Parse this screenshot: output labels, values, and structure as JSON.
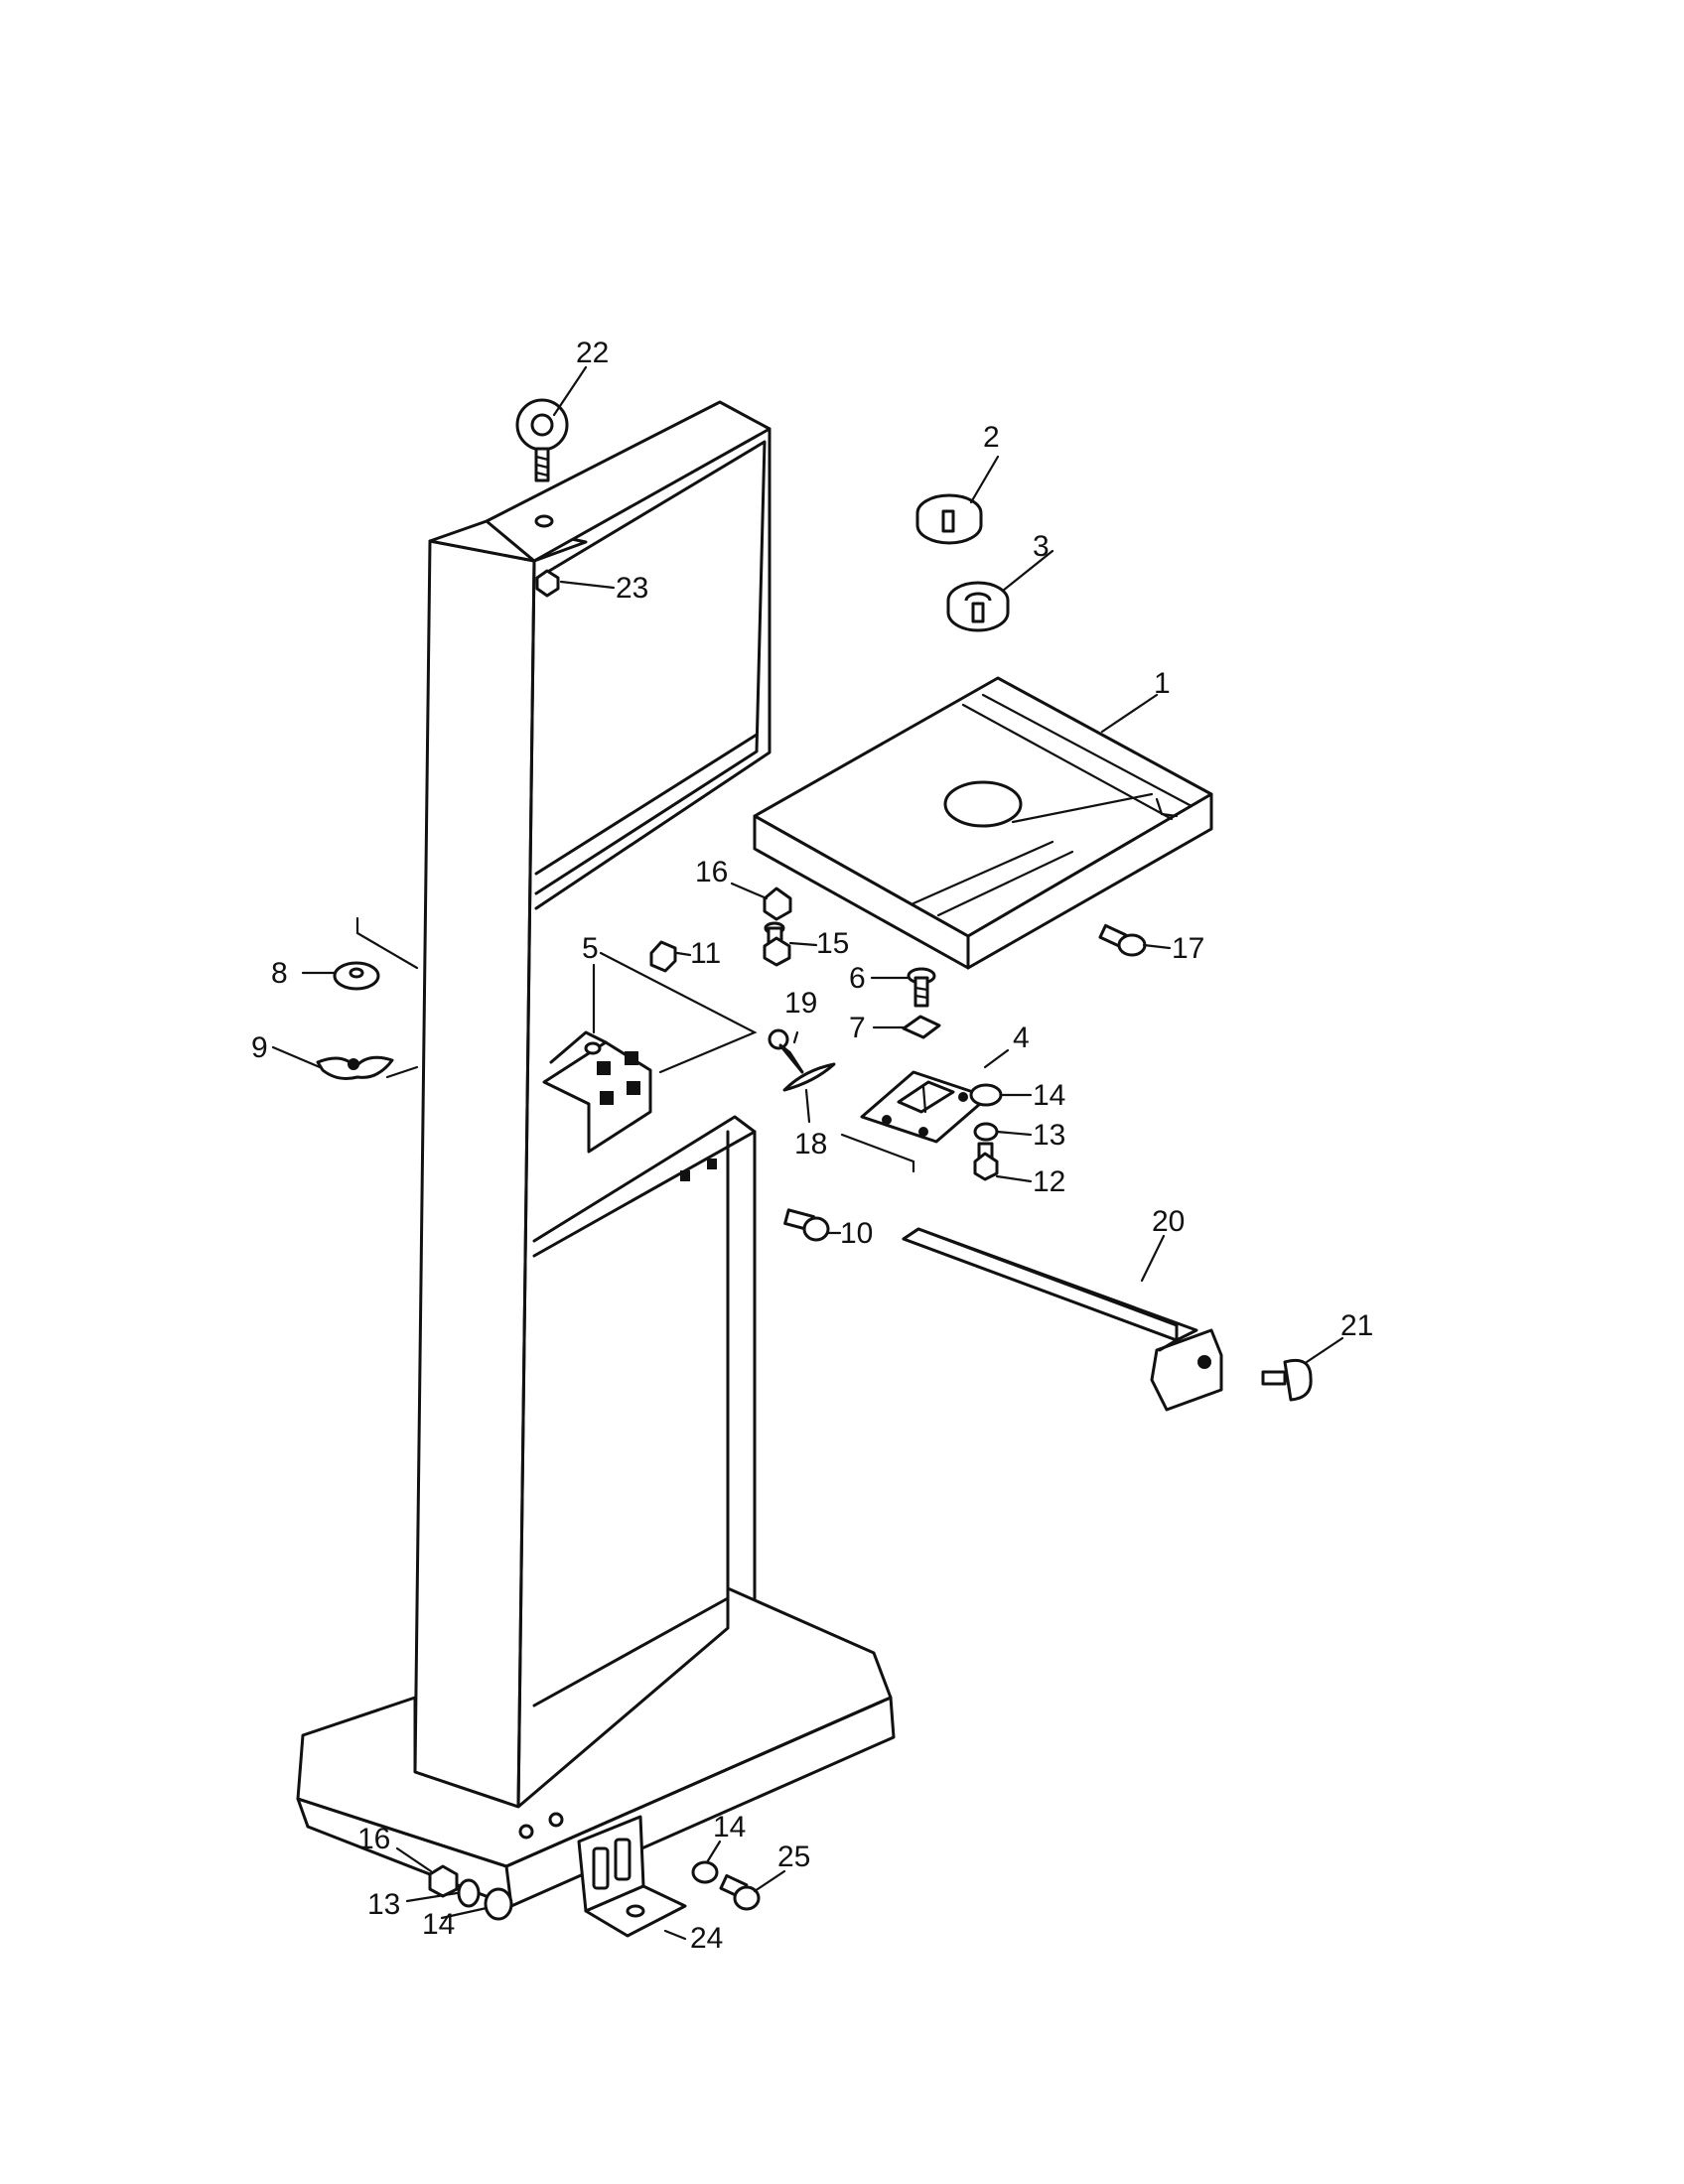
{
  "callouts": {
    "c1": "1",
    "c2": "2",
    "c3": "3",
    "c4": "4",
    "c5": "5",
    "c6": "6",
    "c7": "7",
    "c8": "8",
    "c9": "9",
    "c10": "10",
    "c11": "11",
    "c12": "12",
    "c13a": "13",
    "c13b": "13",
    "c14a": "14",
    "c14b": "14",
    "c14c": "14",
    "c15": "15",
    "c16a": "16",
    "c16b": "16",
    "c17": "17",
    "c18": "18",
    "c19": "19",
    "c20": "20",
    "c21": "21",
    "c22": "22",
    "c23": "23",
    "c24": "24",
    "c25": "25"
  }
}
